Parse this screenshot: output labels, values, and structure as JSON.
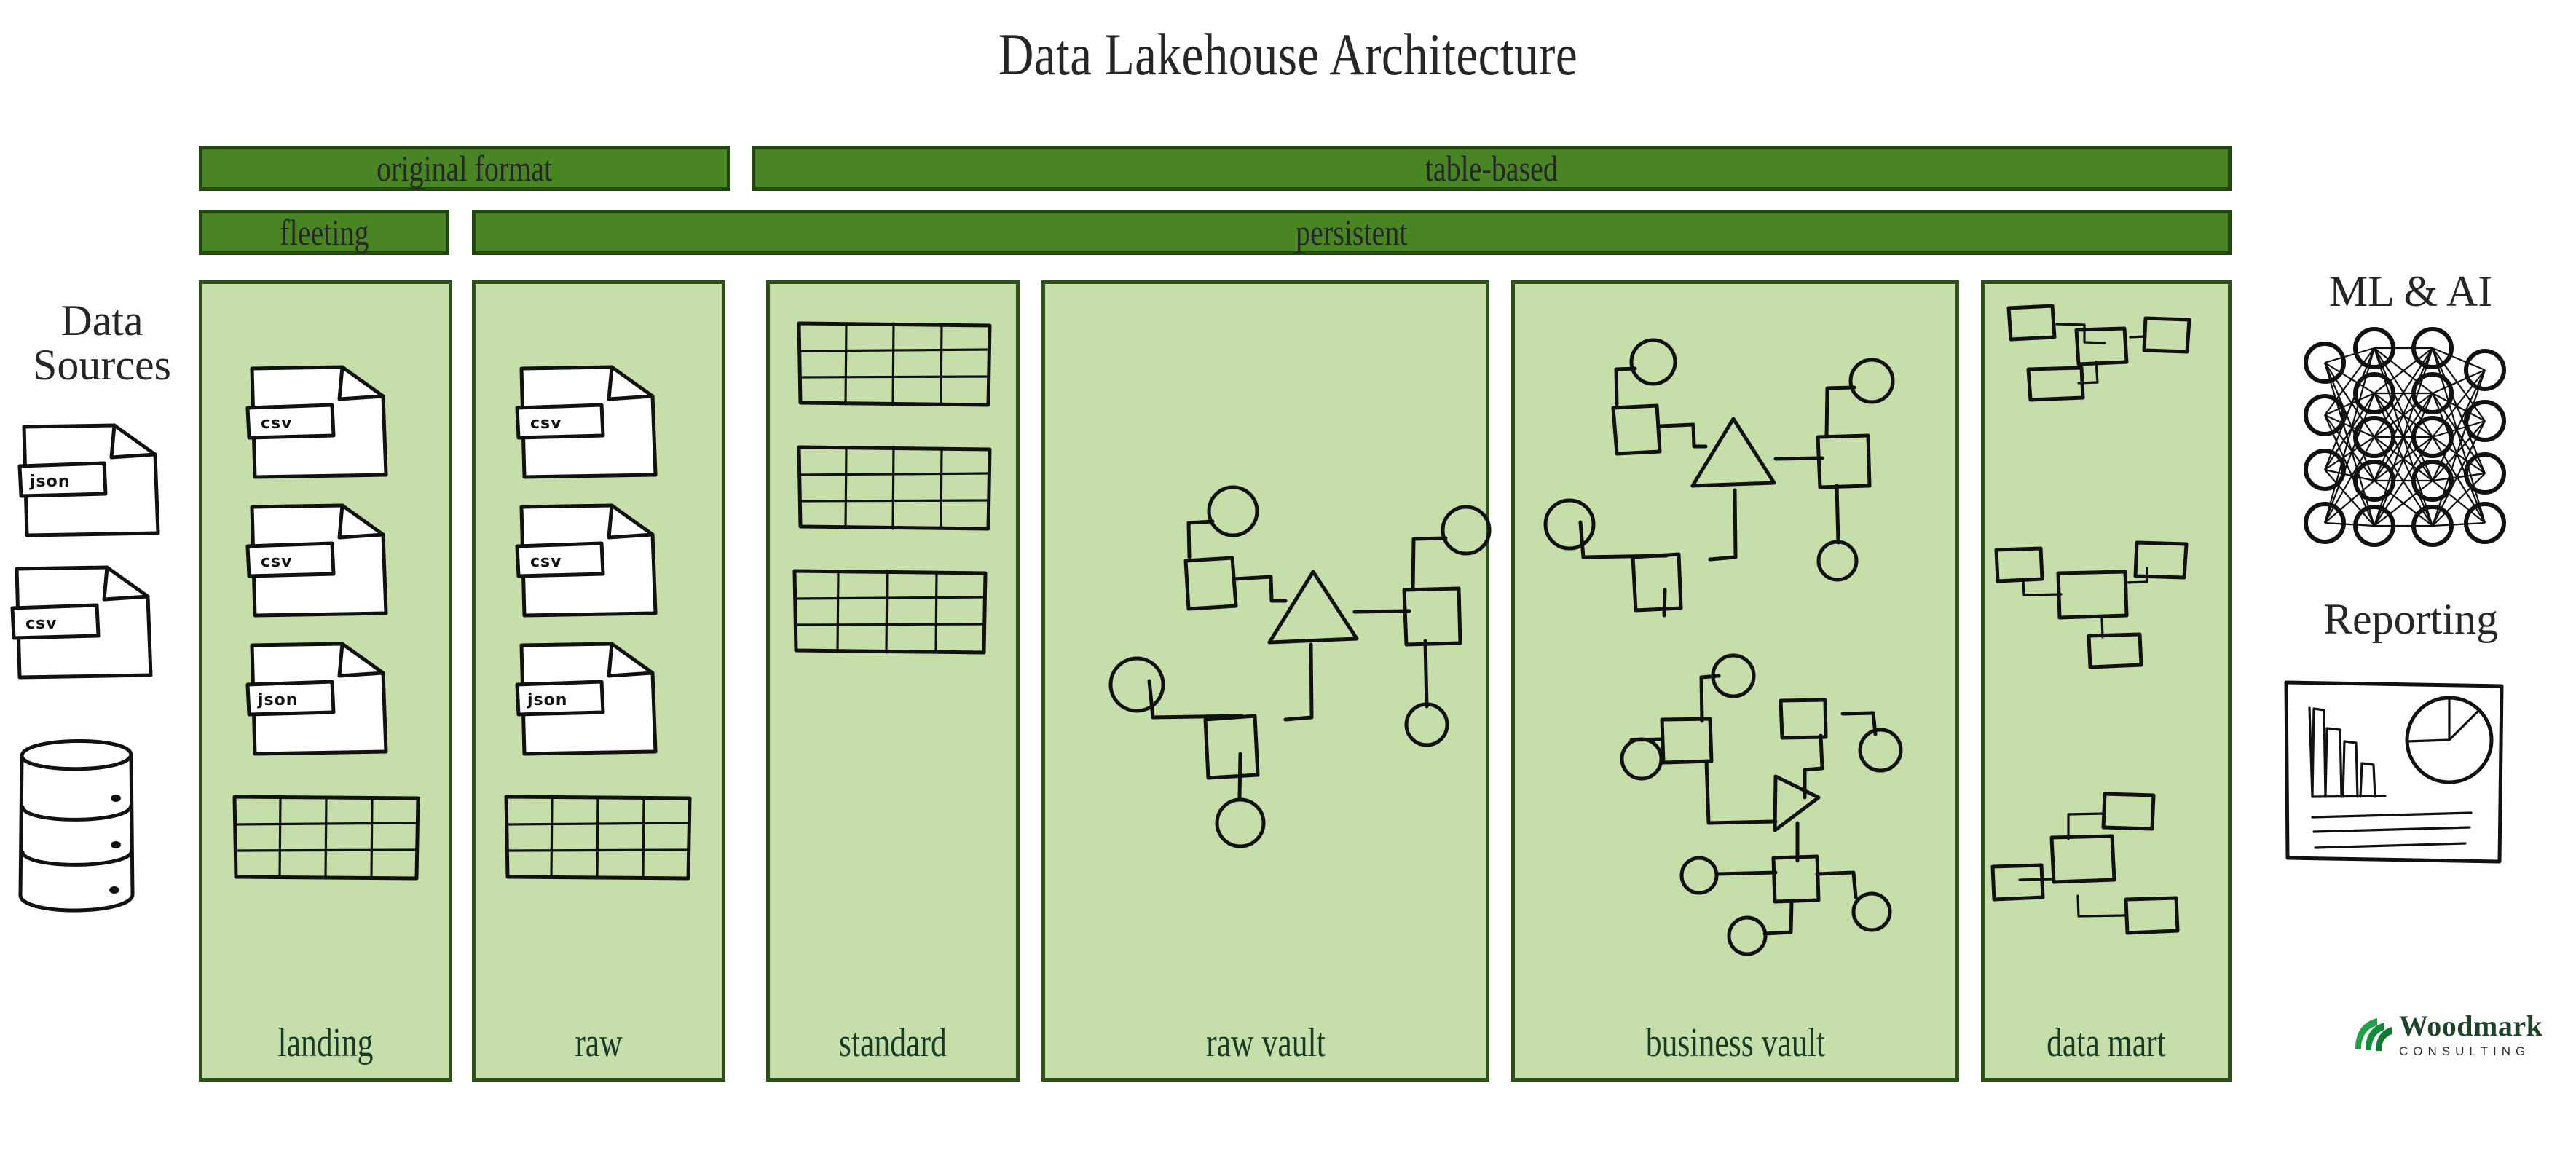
{
  "title": "Data Lakehouse Architecture",
  "header_bars": [
    {
      "key": "original_format",
      "label": "original format"
    },
    {
      "key": "table_based",
      "label": "table-based"
    },
    {
      "key": "fleeting",
      "label": "fleeting"
    },
    {
      "key": "persistent",
      "label": "persistent"
    }
  ],
  "zones": [
    {
      "key": "landing",
      "label": "landing",
      "contents": [
        "csv-file-icon",
        "csv-file-icon",
        "json-file-icon",
        "table-icon"
      ]
    },
    {
      "key": "raw",
      "label": "raw",
      "contents": [
        "csv-file-icon",
        "csv-file-icon",
        "json-file-icon",
        "table-icon"
      ]
    },
    {
      "key": "standard",
      "label": "standard",
      "contents": [
        "table-icon",
        "table-icon",
        "table-icon"
      ]
    },
    {
      "key": "raw_vault",
      "label": "raw vault",
      "contents": [
        "data-vault-graph"
      ]
    },
    {
      "key": "business_vault",
      "label": "business vault",
      "contents": [
        "data-vault-graph",
        "data-vault-graph"
      ]
    },
    {
      "key": "data_mart",
      "label": "data mart",
      "contents": [
        "star-schema",
        "star-schema",
        "star-schema"
      ]
    }
  ],
  "left_panel": {
    "heading_line1": "Data",
    "heading_line2": "Sources",
    "icons": [
      {
        "name": "json-file-icon",
        "tag": "json"
      },
      {
        "name": "csv-file-icon",
        "tag": "csv"
      },
      {
        "name": "database-cylinder-icon",
        "tag": ""
      }
    ]
  },
  "right_panel": {
    "ml_ai_heading": "ML & AI",
    "reporting_heading": "Reporting",
    "neural_net": {
      "layers": [
        4,
        5,
        5,
        4
      ]
    },
    "report_card": {
      "bars": [
        4,
        3,
        2.3,
        1.2
      ],
      "pie_slices": 3,
      "text_lines": 3
    }
  },
  "logo": {
    "wordmark": "Woodmark",
    "subtitle": "CONSULTING"
  },
  "file_tag_labels": {
    "csv": "csv",
    "json": "json"
  },
  "colors": {
    "bar_fill": "#4a8524",
    "bar_border": "#23480f",
    "zone_fill": "#c5deaa",
    "zone_border": "#2d5016",
    "label_text": "#173a22",
    "title_text": "#262626",
    "logo_green": "#1d9e4b",
    "logo_dark": "#1d4429"
  }
}
